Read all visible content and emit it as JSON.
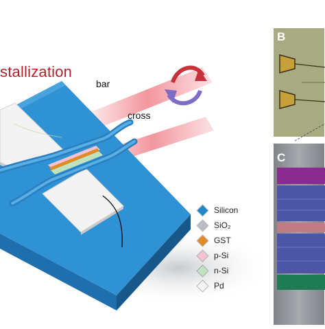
{
  "diagram": {
    "title_fragment": "stallization",
    "beam_labels": {
      "bar": "bar",
      "cross": "cross"
    },
    "panel_labels": {
      "b": "B",
      "c": "C"
    },
    "legend": [
      {
        "label": "Silicon",
        "color": "#1e88c8"
      },
      {
        "label": "SiO₂",
        "color": "#b9bcc2"
      },
      {
        "label": "GST",
        "color": "#e08a28"
      },
      {
        "label": "p-Si",
        "color": "#f2c3d2"
      },
      {
        "label": "n-Si",
        "color": "#bfe3bf"
      },
      {
        "label": "Pd",
        "color": "#f4f4f4"
      }
    ],
    "colors": {
      "substrate_top": "#2e92d4",
      "substrate_side": "#1f6fae",
      "laser": "#e8404f",
      "arrow_red": "#c8323a",
      "arrow_purple": "#7d6bc4",
      "micrograph_bg": "#a8ab82",
      "sem_bg": "#8f9398"
    }
  }
}
